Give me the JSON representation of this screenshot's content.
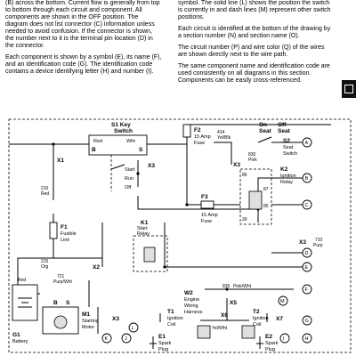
{
  "text_left": [
    "(B) across the bottom. Current flow is generally from top to bottom through each circuit and component. All components are shown in the OFF position. The diagram does not list connector (C) information unless needed to avoid confusion. If the connector is shown, the number next to it is the terminal pin location (D) in the connector.",
    "Each component is shown by a symbol (E), its name (F), and an identification code (G). The identification code contains a device identifying letter (H) and number (I)."
  ],
  "text_right": [
    "symbol. The solid line (L) shows the position the switch is currently in and dash lines (M) represent other switch positions.",
    "Each circuit is identified at the bottom of the drawing by a section number (N) and section name (O).",
    "The circuit number (P) and wire color (Q) of the wires are shown directly next to the wire path.",
    "The same component name and identification code are used consistently on all diagrams in this section. Components can be easily cross-referenced."
  ],
  "diagram": {
    "callouts": [
      "A",
      "B",
      "C",
      "D",
      "E",
      "F",
      "G",
      "H",
      "I",
      "J",
      "K",
      "L",
      "M"
    ],
    "s1": {
      "name1": "S1 Key",
      "name2": "Switch",
      "wire_left": "Red",
      "wire_right": "Wht",
      "pos_start": "Start",
      "pos_run": "Run",
      "pos_off": "Off",
      "term_left": "B",
      "term_right": "S",
      "x1": "X1"
    },
    "f2": {
      "code": "F2",
      "l1": "15 Amp",
      "l2": "Fuse"
    },
    "s2": {
      "wire_num": "414",
      "wire_col": "Yel/Blk",
      "on": "On",
      "off": "Off",
      "seat": "Seat",
      "seat_label": "Seat",
      "code": "S2",
      "l1": "Seat",
      "l2": "Switch",
      "wire2_num": "830",
      "wire2_col": "Pink"
    },
    "k2": {
      "code": "K2",
      "l1": "Ignition",
      "l2": "Relay",
      "t86": "86",
      "t87": "87",
      "t30": "30",
      "t85": "85"
    },
    "f3": {
      "code": "F3",
      "l1": "15 Amp",
      "l2": "Fuse"
    },
    "f1": {
      "code": "F1",
      "l1": "Fusible",
      "l2": "Link",
      "w1_num": "210",
      "w1_col": "Red",
      "w2_num": "215",
      "w2_col": "Org"
    },
    "k1": {
      "code": "K1",
      "l1": "Start",
      "l2": "Relay"
    },
    "x2": "X2",
    "x3a": "X3",
    "x3b": "X3",
    "x3c": "X3",
    "x3d": "X3",
    "x5": "X5",
    "x6": "X6",
    "x7": "X7",
    "w710": {
      "num": "710",
      "col": "Purp"
    },
    "w721": {
      "num": "721",
      "col": "Purp/Wht"
    },
    "w835": {
      "num": "835",
      "col": "Pink/Wht"
    },
    "w2": {
      "code": "W2",
      "l1": "Engine",
      "l2": "Wiring",
      "l3": "Harness"
    },
    "t1": {
      "code": "T1",
      "l1": "Ignition",
      "l2": "Coil"
    },
    "t2": {
      "code": "T2",
      "l1": "Ignition",
      "l2": "Coil"
    },
    "g1": {
      "code": "G1",
      "l1": "Battery",
      "wire": "Red"
    },
    "m1": {
      "code": "M1",
      "l1": "Starting",
      "l2": "Motor"
    },
    "e1": {
      "code": "E1",
      "l1": "Spark",
      "l2": "Plug"
    },
    "e2": {
      "code": "E2",
      "l1": "Spark",
      "l2": "Plug"
    },
    "yelwht": "Yel/Wht",
    "bs": {
      "b": "B",
      "s": "S"
    }
  }
}
